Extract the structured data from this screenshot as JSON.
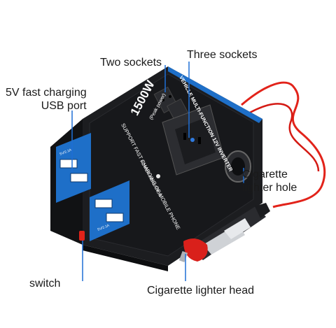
{
  "callouts": {
    "two_sockets": "Two sockets",
    "three_sockets": "Three sockets",
    "usb_line1": "5V fast charging",
    "usb_line2": "USB port",
    "lighter_hole_line1": "Cigarette",
    "lighter_hole_line2": "lighter hole",
    "switch": "switch",
    "lighter_head": "Cigarette lighter head"
  },
  "device": {
    "power_rating": "1500W",
    "peak_power": "(Peak power)",
    "model_text": "VEHICLE MULTI-FUNCTION 12V INVERTER",
    "support_text": "SUPPORT FAST CHARGING OF MOBILE PHONE",
    "power_indicator": "POWER INDICATION",
    "usb_badge_top": "5V/2.1A",
    "usb_badge_bottom": "5V/2.1A"
  },
  "colors": {
    "body_black": "#1c1d20",
    "accent_blue": "#1e6fc8",
    "cable_red": "#e2231a",
    "plug_red": "#d9201b"
  }
}
